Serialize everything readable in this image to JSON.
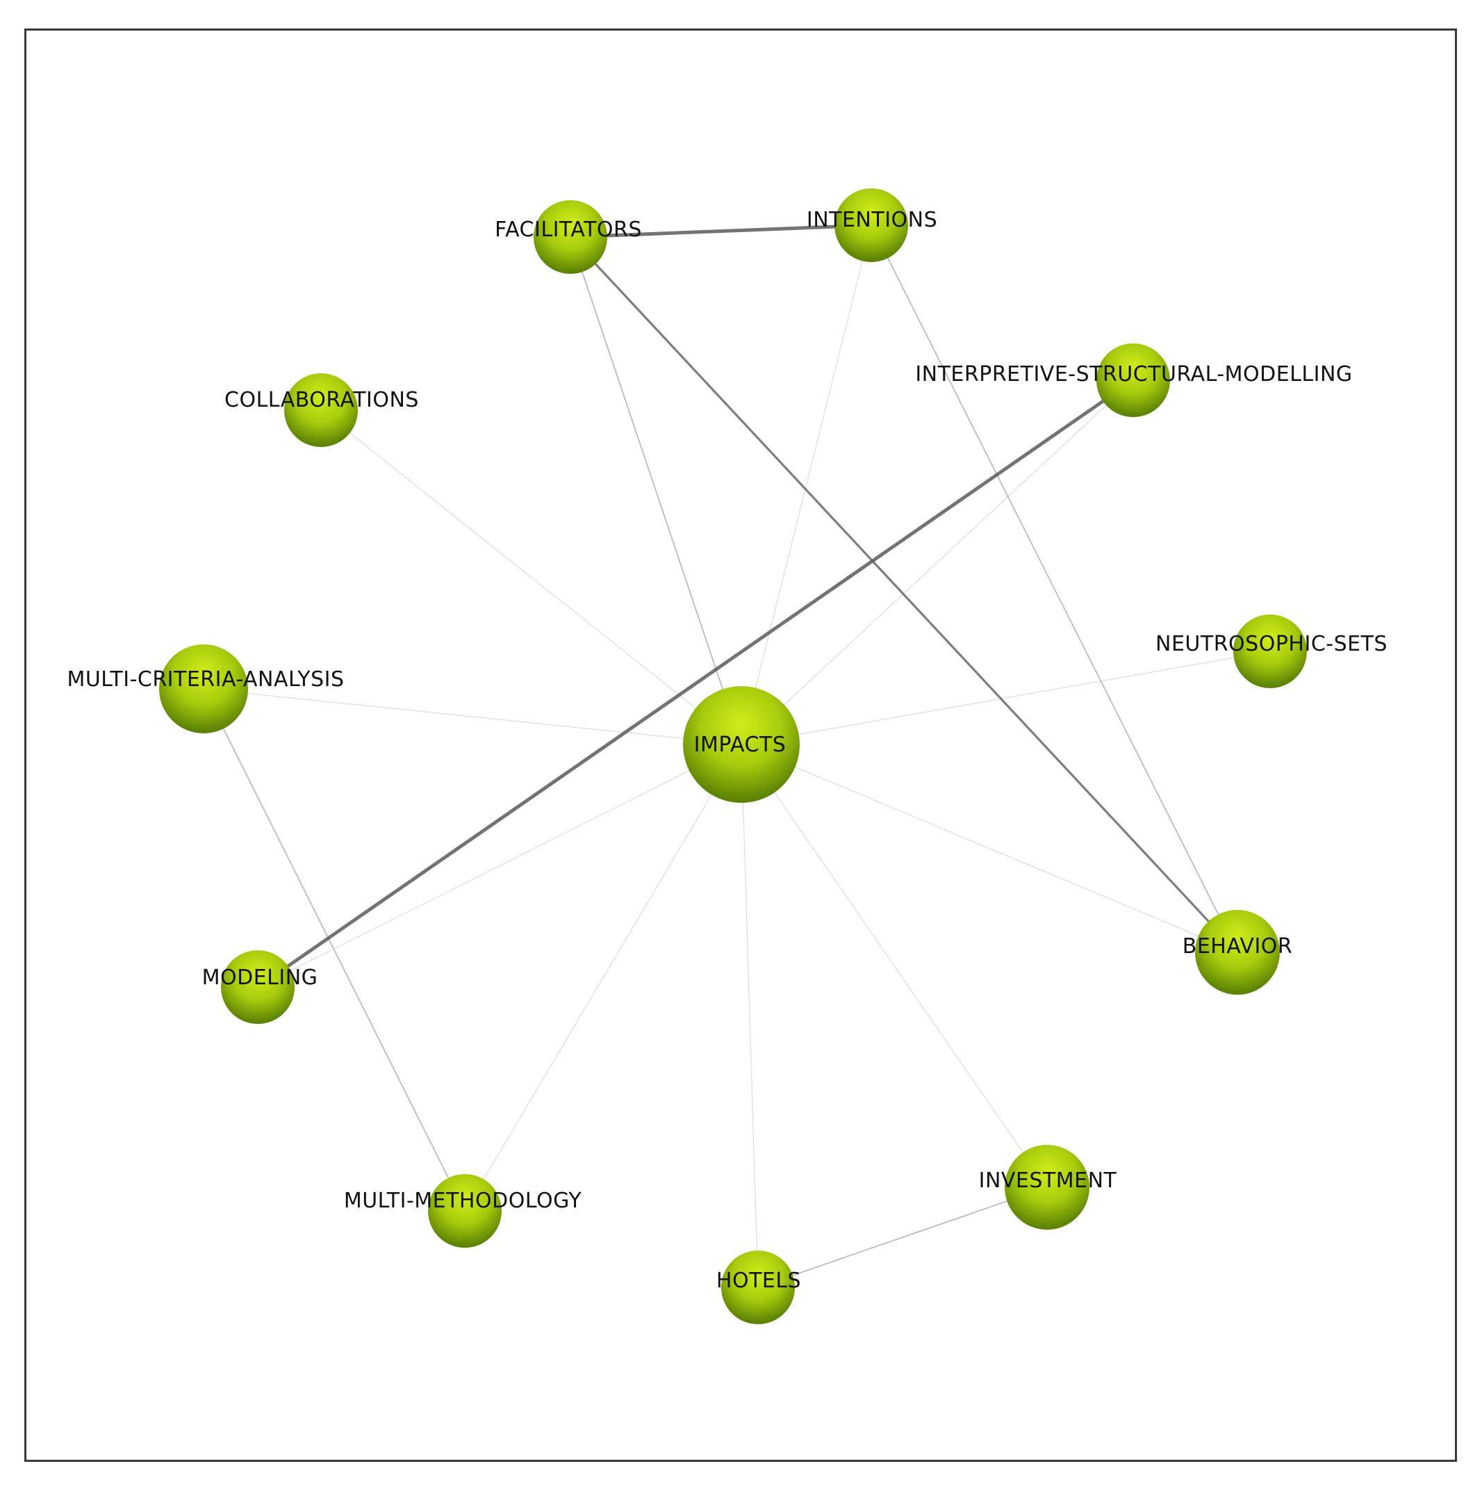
{
  "network": {
    "nodes": [
      {
        "id": "impacts",
        "label": "IMPACTS",
        "weight": 3
      },
      {
        "id": "facilitators",
        "label": "FACILITATORS",
        "weight": 1
      },
      {
        "id": "intentions",
        "label": "INTENTIONS",
        "weight": 1
      },
      {
        "id": "ism",
        "label": "INTERPRETIVE-STRUCTURAL-MODELLING",
        "weight": 1
      },
      {
        "id": "collaborations",
        "label": "COLLABORATIONS",
        "weight": 1
      },
      {
        "id": "neutrosophic",
        "label": "NEUTROSOPHIC-SETS",
        "weight": 1
      },
      {
        "id": "mca",
        "label": "MULTI-CRITERIA-ANALYSIS",
        "weight": 2
      },
      {
        "id": "behavior",
        "label": "BEHAVIOR",
        "weight": 2
      },
      {
        "id": "modeling",
        "label": "MODELING",
        "weight": 1
      },
      {
        "id": "investment",
        "label": "INVESTMENT",
        "weight": 2
      },
      {
        "id": "multimethodology",
        "label": "MULTI-METHODOLOGY",
        "weight": 1
      },
      {
        "id": "hotels",
        "label": "HOTELS",
        "weight": 1
      }
    ],
    "edges": [
      {
        "source": "facilitators",
        "target": "intentions",
        "strength": "strong"
      },
      {
        "source": "ism",
        "target": "modeling",
        "strength": "strong"
      },
      {
        "source": "facilitators",
        "target": "behavior",
        "strength": "medium"
      },
      {
        "source": "intentions",
        "target": "behavior",
        "strength": "weak"
      },
      {
        "source": "mca",
        "target": "multimethodology",
        "strength": "weak"
      },
      {
        "source": "hotels",
        "target": "investment",
        "strength": "weak"
      },
      {
        "source": "impacts",
        "target": "facilitators",
        "strength": "weak"
      },
      {
        "source": "impacts",
        "target": "intentions",
        "strength": "faint"
      },
      {
        "source": "impacts",
        "target": "ism",
        "strength": "faint"
      },
      {
        "source": "impacts",
        "target": "collaborations",
        "strength": "faint"
      },
      {
        "source": "impacts",
        "target": "neutrosophic",
        "strength": "faint"
      },
      {
        "source": "impacts",
        "target": "mca",
        "strength": "faint"
      },
      {
        "source": "impacts",
        "target": "behavior",
        "strength": "faint"
      },
      {
        "source": "impacts",
        "target": "modeling",
        "strength": "faint"
      },
      {
        "source": "impacts",
        "target": "investment",
        "strength": "faint"
      },
      {
        "source": "impacts",
        "target": "multimethodology",
        "strength": "faint"
      },
      {
        "source": "impacts",
        "target": "hotels",
        "strength": "faint"
      }
    ],
    "colors": {
      "node_highlight": "#d2ec1a",
      "node_mid": "#a7cc0c",
      "node_shadow": "#5d8404",
      "edge": "#5a5a5a",
      "label": "#111111"
    }
  }
}
